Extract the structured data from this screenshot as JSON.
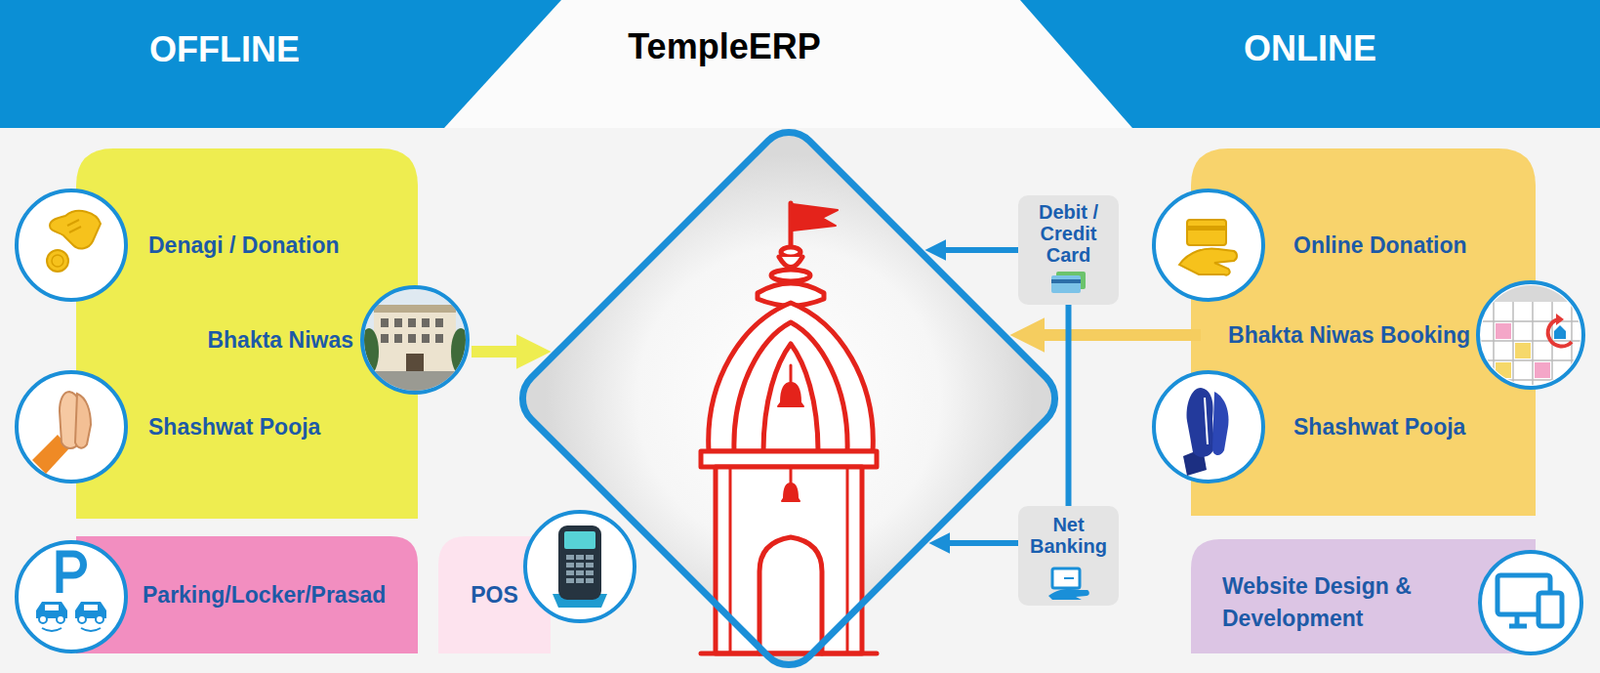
{
  "diagram": {
    "nodes": [
      {
        "text": [
          "OFFLINE"
        ]
      },
      {
        "text": [
          "ONLINE"
        ]
      },
      {
        "text": [
          "TempleERP"
        ]
      },
      {
        "text": [
          "Denagi / Donation"
        ]
      },
      {
        "text": [
          "Bhakta Niwas"
        ]
      },
      {
        "text": [
          "Shashwat Pooja"
        ]
      },
      {
        "text": [
          "Parking/Locker/Prasad"
        ]
      },
      {
        "text": [
          "POS"
        ]
      },
      {
        "text": [
          "Debit / Credit Card"
        ]
      },
      {
        "text": [
          "Net Banking"
        ]
      },
      {
        "text": [
          "Online Donation"
        ]
      },
      {
        "text": [
          "Bhakta Niwas Booking"
        ]
      },
      {
        "text": [
          "Shashwat Pooja"
        ]
      },
      {
        "text": [
          "Website Design & Development"
        ]
      }
    ],
    "edges": [
      {
        "from": 4,
        "to": 2,
        "arrow": "to"
      },
      {
        "from": 11,
        "to": 2,
        "arrow": "to"
      },
      {
        "from": 8,
        "to": 2,
        "arrow": "to"
      },
      {
        "from": 9,
        "to": 2,
        "arrow": "to"
      },
      {
        "from": 8,
        "to": 9,
        "arrow": "none"
      }
    ]
  }
}
